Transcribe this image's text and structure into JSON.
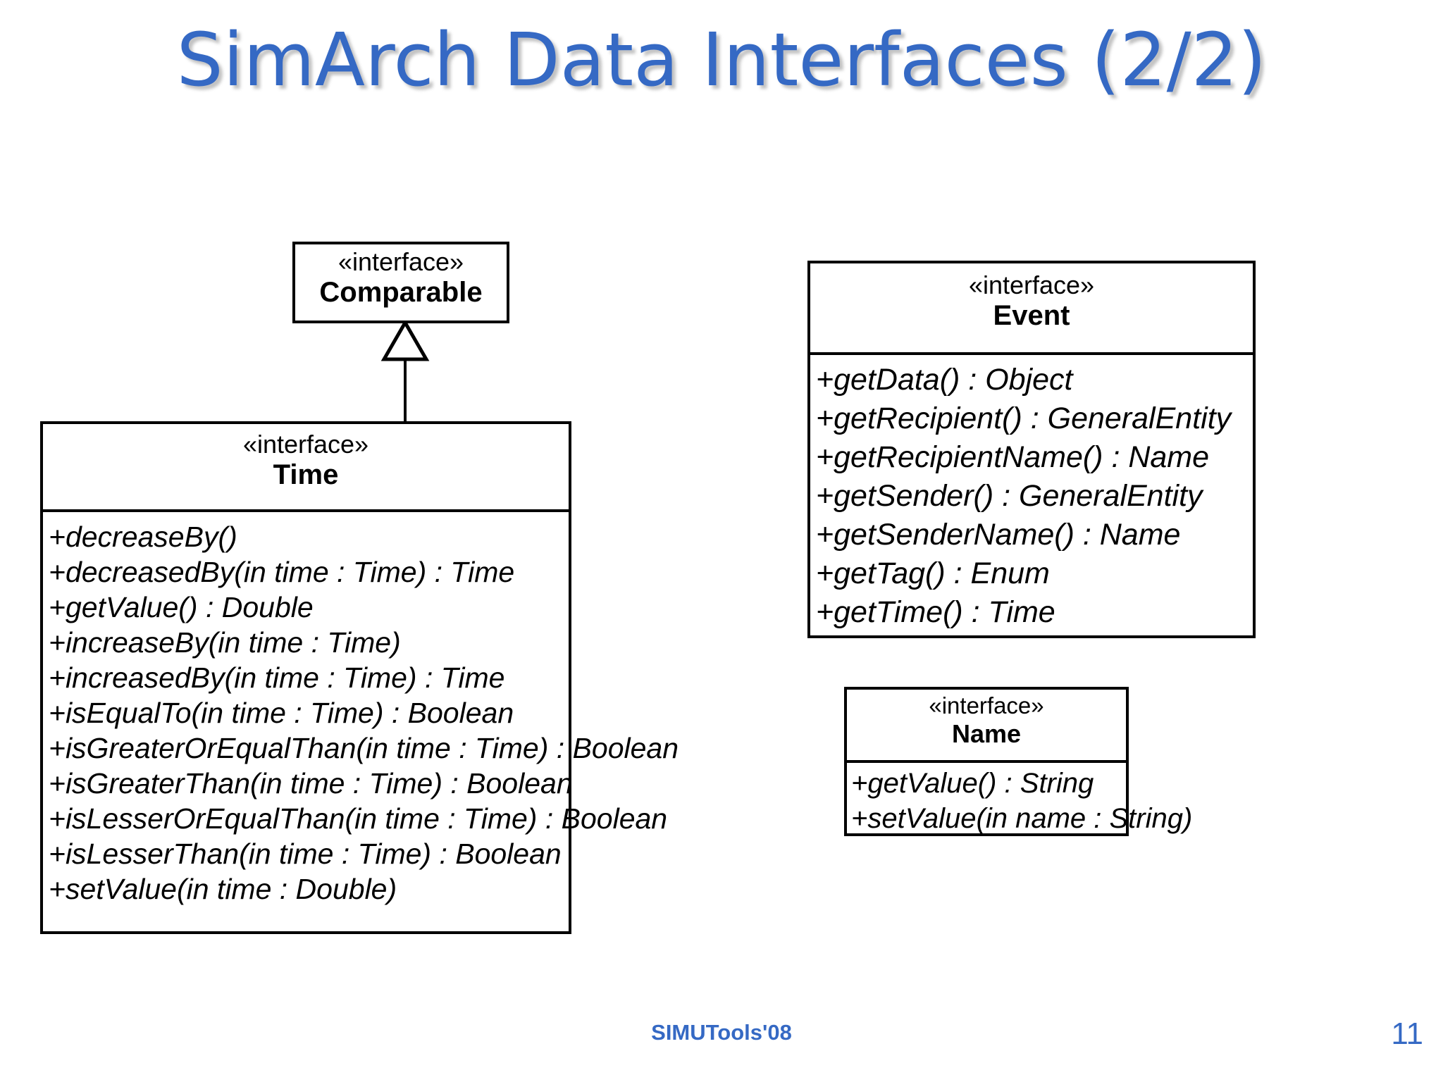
{
  "slide": {
    "title": "SimArch Data Interfaces (2/2)",
    "title_color": "#3569c4",
    "background_color": "#ffffff",
    "page_number": "11",
    "conference": "SIMUTools'08"
  },
  "diagram": {
    "type": "uml-class-diagram",
    "line_color": "#000000",
    "fill_color": "#ffffff",
    "relationships": [
      {
        "kind": "generalization",
        "from": "Time",
        "to": "Comparable",
        "arrow": "hollow-triangle"
      }
    ],
    "classes": [
      {
        "id": "comparable",
        "stereotype": "«interface»",
        "name": "Comparable",
        "members": []
      },
      {
        "id": "time",
        "stereotype": "«interface»",
        "name": "Time",
        "members": [
          "+decreaseBy()",
          "+decreasedBy(in time : Time) : Time",
          "+getValue() : Double",
          "+increaseBy(in time : Time)",
          "+increasedBy(in time : Time) : Time",
          "+isEqualTo(in time : Time) : Boolean",
          "+isGreaterOrEqualThan(in time : Time) : Boolean",
          "+isGreaterThan(in time : Time) : Boolean",
          "+isLesserOrEqualThan(in time : Time) : Boolean",
          "+isLesserThan(in time : Time) : Boolean",
          "+setValue(in time : Double)"
        ]
      },
      {
        "id": "event",
        "stereotype": "«interface»",
        "name": "Event",
        "members": [
          "+getData() : Object",
          "+getRecipient() : GeneralEntity",
          "+getRecipientName() : Name",
          "+getSender() : GeneralEntity",
          "+getSenderName() : Name",
          "+getTag() : Enum",
          "+getTime() : Time"
        ]
      },
      {
        "id": "name",
        "stereotype": "«interface»",
        "name": "Name",
        "members": [
          "+getValue() : String",
          "+setValue(in name : String)"
        ]
      }
    ]
  }
}
